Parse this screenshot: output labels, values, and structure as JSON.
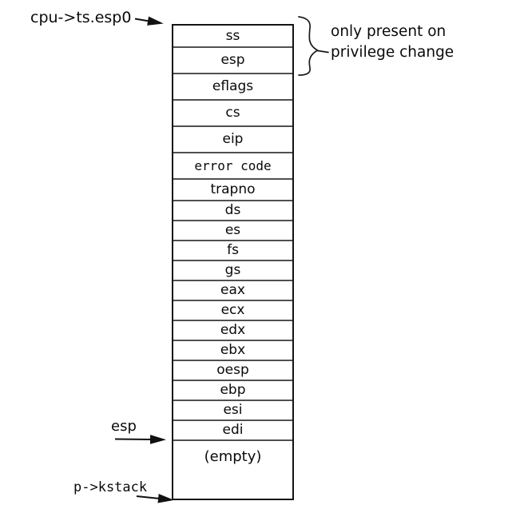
{
  "pointers": {
    "esp0_label": "cpu->ts.esp0",
    "esp_label": "esp",
    "kstack_label": "p->kstack"
  },
  "note": {
    "line1": "only present on",
    "line2": "privilege change"
  },
  "stack": {
    "rows": [
      {
        "label": "ss"
      },
      {
        "label": "esp"
      },
      {
        "label": "eflags"
      },
      {
        "label": "cs"
      },
      {
        "label": "eip"
      },
      {
        "label": "error code"
      },
      {
        "label": "trapno"
      },
      {
        "label": "ds"
      },
      {
        "label": "es"
      },
      {
        "label": "fs"
      },
      {
        "label": "gs"
      },
      {
        "label": "eax"
      },
      {
        "label": "ecx"
      },
      {
        "label": "edx"
      },
      {
        "label": "ebx"
      },
      {
        "label": "oesp"
      },
      {
        "label": "ebp"
      },
      {
        "label": "esi"
      },
      {
        "label": "edi"
      },
      {
        "label": "(empty)"
      }
    ]
  },
  "colors": {
    "line_dark": "#141414",
    "line_inner": "#505050"
  }
}
